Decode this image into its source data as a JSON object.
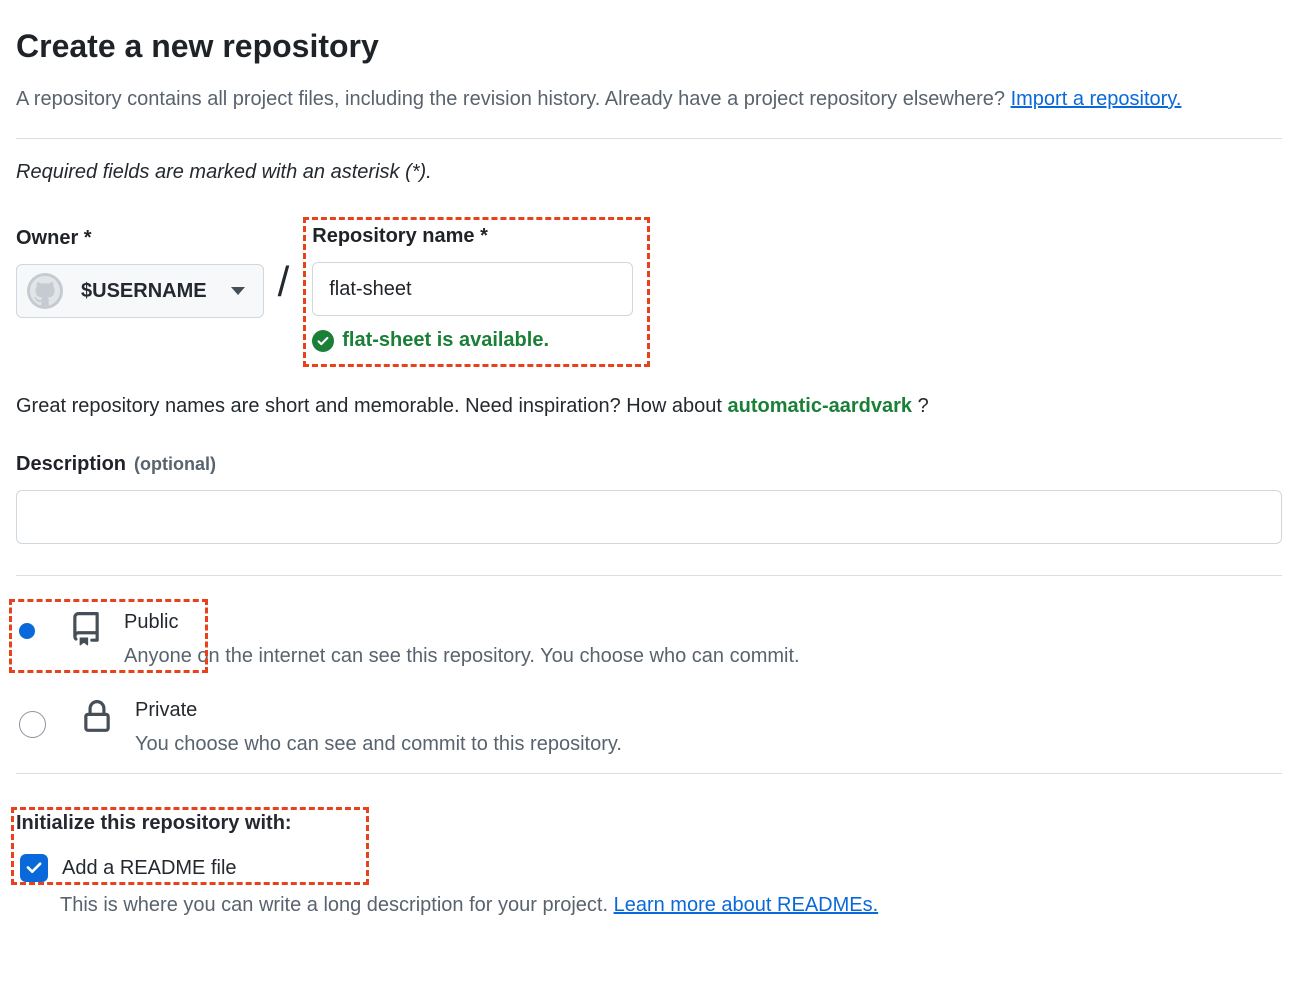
{
  "page": {
    "title": "Create a new repository",
    "intro_text": "A repository contains all project files, including the revision history. Already have a project repository elsewhere? ",
    "intro_link": "Import a repository.",
    "required_note": "Required fields are marked with an asterisk (*)."
  },
  "owner": {
    "label": "Owner *",
    "value": "$USERNAME",
    "separator": "/"
  },
  "repo_name": {
    "label": "Repository name *",
    "value": "flat-sheet",
    "availability_message": "flat-sheet is available."
  },
  "suggestion": {
    "text_before": "Great repository names are short and memorable. Need inspiration? How about ",
    "suggested_name": "automatic-aardvark",
    "text_after": " ?"
  },
  "description": {
    "label": "Description",
    "optional_label": "(optional)",
    "value": ""
  },
  "visibility": {
    "options": [
      {
        "label": "Public",
        "description": "Anyone on the internet can see this repository. You choose who can commit.",
        "selected": true,
        "icon": "repo-book-icon"
      },
      {
        "label": "Private",
        "description": "You choose who can see and commit to this repository.",
        "selected": false,
        "icon": "lock-icon"
      }
    ]
  },
  "initialize": {
    "heading": "Initialize this repository with:",
    "readme_checkbox_label": "Add a README file",
    "readme_checked": true,
    "readme_help_text": "This is where you can write a long description for your project. ",
    "readme_help_link": "Learn more about READMEs."
  },
  "icons": {
    "owner_avatar": "github-octocat-icon",
    "owner_dropdown": "chevron-down-icon",
    "availability": "check-circle-icon",
    "public_option": "repo-book-icon",
    "private_option": "lock-icon",
    "readme_checkbox": "checkmark-icon"
  },
  "annotations": {
    "style": "dashed",
    "boxes": [
      "repository-name-field",
      "public-option",
      "initialize-with-readme"
    ]
  },
  "colors": {
    "accent_blue": "#0969da",
    "success_green": "#1a7f37",
    "annotation_red": "#e8421c",
    "border_gray": "#d0d7de",
    "divider_gray": "#d8dee4",
    "text_dark": "#1f2328",
    "text_muted": "#59636e",
    "button_bg": "#f6f8fa"
  }
}
